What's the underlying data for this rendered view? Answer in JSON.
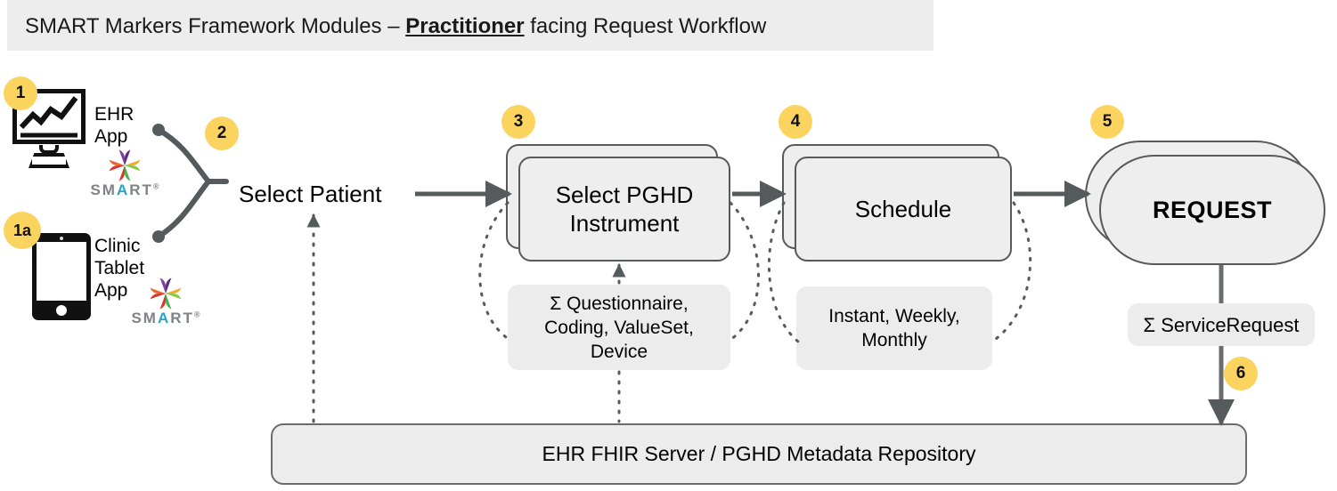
{
  "title": {
    "prefix": "SMART Markers Framework Modules – ",
    "emphasis": "Practitioner",
    "suffix": " facing Request Workflow",
    "banner_color": "#ededed"
  },
  "theme": {
    "badge_color": "#fbd460",
    "card_fill": "#eeeeee",
    "card_stroke": "#58595b",
    "chip_fill": "#ececec",
    "connector_color": "#555a5d",
    "smart_word_color": "#808285"
  },
  "badges": [
    {
      "id": "1",
      "label": "1"
    },
    {
      "id": "1a",
      "label": "1a"
    },
    {
      "id": "2",
      "label": "2"
    },
    {
      "id": "3",
      "label": "3"
    },
    {
      "id": "4",
      "label": "4"
    },
    {
      "id": "5",
      "label": "5"
    },
    {
      "id": "6",
      "label": "6"
    }
  ],
  "devices": [
    {
      "icon": "monitor-icon",
      "label": "EHR\nApp",
      "logo": "SMART"
    },
    {
      "icon": "tablet-icon",
      "label": "Clinic\nTablet\nApp",
      "logo": "SMART"
    }
  ],
  "smart_logo": {
    "word_before_a": "SM",
    "word_a": "A",
    "word_after_a": "RT",
    "registered": "®"
  },
  "flow": {
    "select_patient": "Select Patient",
    "modules": [
      {
        "name": "module-pghd",
        "label": "Select PGHD\nInstrument",
        "badge": "3"
      },
      {
        "name": "module-schedule",
        "label": "Schedule",
        "badge": "4"
      },
      {
        "name": "module-request",
        "label": "REQUEST",
        "badge": "5"
      }
    ],
    "chips": [
      {
        "name": "chip-pghd",
        "label": "Σ Questionnaire,\nCoding, ValueSet,\nDevice"
      },
      {
        "name": "chip-schedule",
        "label": "Instant, Weekly,\nMonthly"
      },
      {
        "name": "chip-service",
        "label": "Σ ServiceRequest"
      }
    ],
    "server": "EHR FHIR Server / PGHD Metadata Repository"
  }
}
